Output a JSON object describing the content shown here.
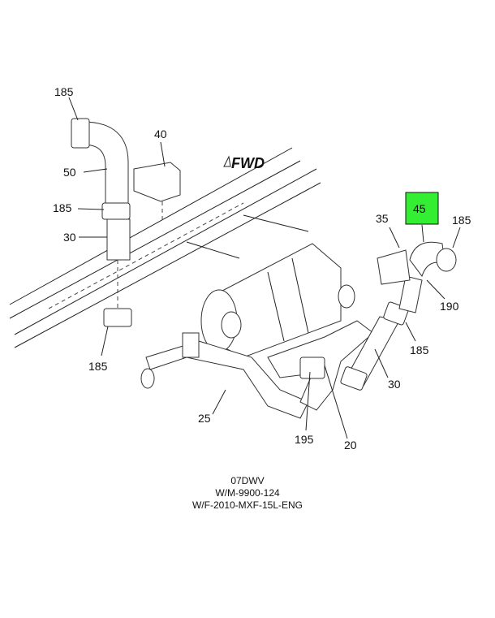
{
  "direction_label": "FWD",
  "callouts": {
    "c185_top": "185",
    "c50": "50",
    "c40": "40",
    "c185_left": "185",
    "c30_left": "30",
    "c185_bottom_left": "185",
    "c25": "25",
    "c195": "195",
    "c20": "20",
    "c30_right": "30",
    "c185_right_low": "185",
    "c190": "190",
    "c185_right_top": "185",
    "c35": "35",
    "c45": "45"
  },
  "highlight_color": "#33ee33",
  "caption": {
    "line1": "07DWV",
    "line2": "W/M-9900-124",
    "line3": "W/F-2010-MXF-15L-ENG"
  }
}
